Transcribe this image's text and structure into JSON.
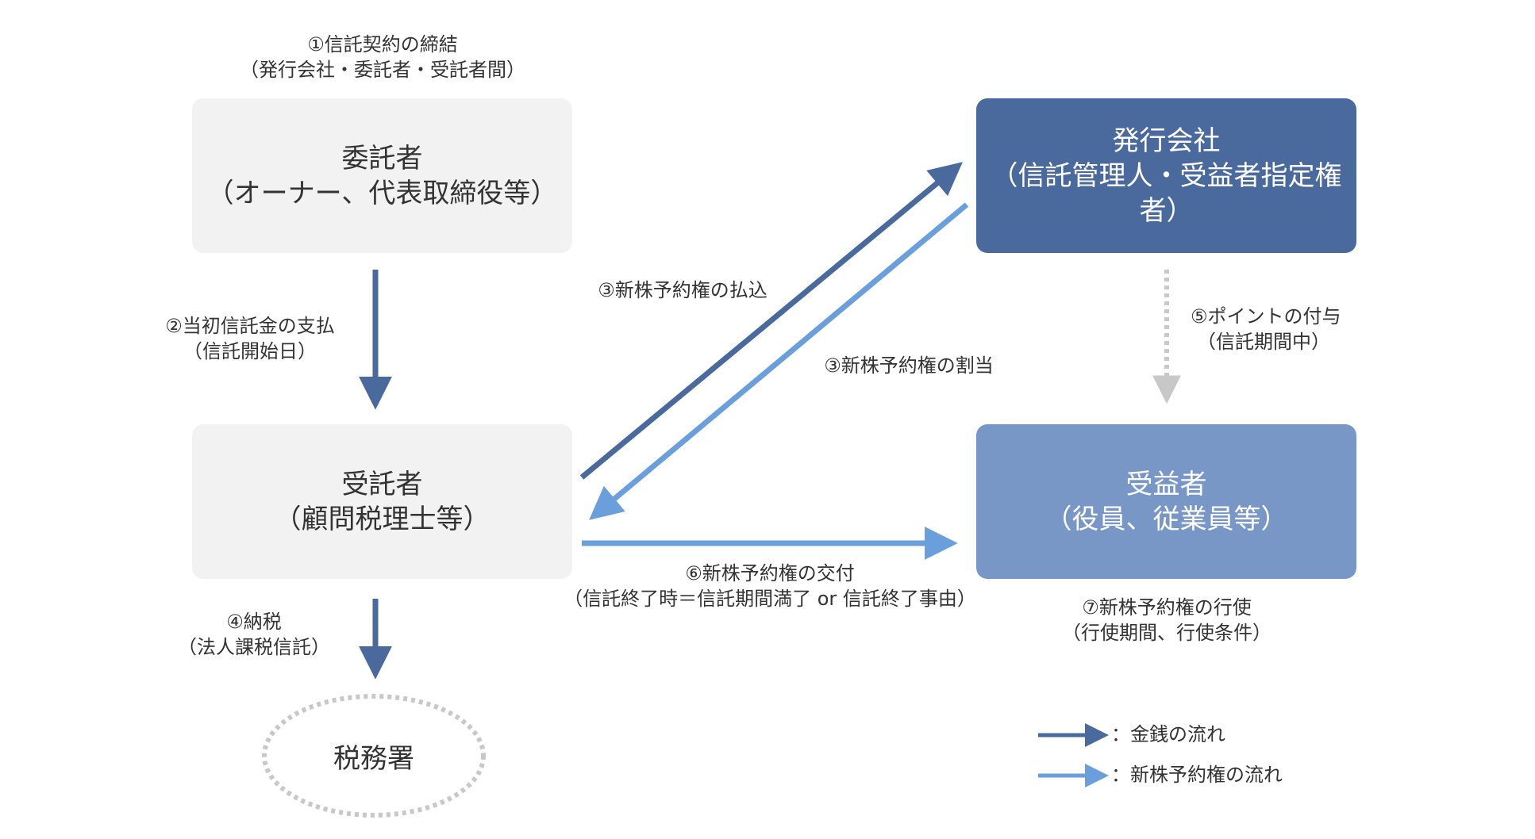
{
  "colors": {
    "money": "#4a6a9e",
    "stock": "#6a9fdc",
    "point": "#c8c8c8",
    "grey_box": "#f2f2f2",
    "dark_box": "#4a6a9e",
    "light_box": "#7897c6"
  },
  "nodes": {
    "settlor": {
      "line1": "委託者",
      "line2": "（オーナー、代表取締役等）"
    },
    "trustee": {
      "line1": "受託者",
      "line2": "（顧問税理士等）"
    },
    "issuer": {
      "line1": "発行会社",
      "line2": "（信託管理人・受益者指定権者）"
    },
    "beneficiary": {
      "line1": "受益者",
      "line2": "（役員、従業員等）"
    },
    "tax_office": {
      "label": "税務署"
    }
  },
  "edges": {
    "e1": {
      "line1": "①信託契約の締結",
      "line2": "（発行会社・委託者・受託者間）"
    },
    "e2": {
      "line1": "②当初信託金の支払",
      "line2": "（信託開始日）"
    },
    "e3a": {
      "line1": "③新株予約権の払込"
    },
    "e3b": {
      "line1": "③新株予約権の割当"
    },
    "e4": {
      "line1": "④納税",
      "line2": "（法人課税信託）"
    },
    "e5": {
      "line1": "⑤ポイントの付与",
      "line2": "（信託期間中）"
    },
    "e6": {
      "line1": "⑥新株予約権の交付",
      "line2": "（信託終了時＝信託期間満了 or 信託終了事由）"
    },
    "e7": {
      "line1": "⑦新株予約権の行使",
      "line2": "（行使期間、行使条件）"
    }
  },
  "legend": {
    "money": "：金銭の流れ",
    "stock": "：新株予約権の流れ"
  }
}
